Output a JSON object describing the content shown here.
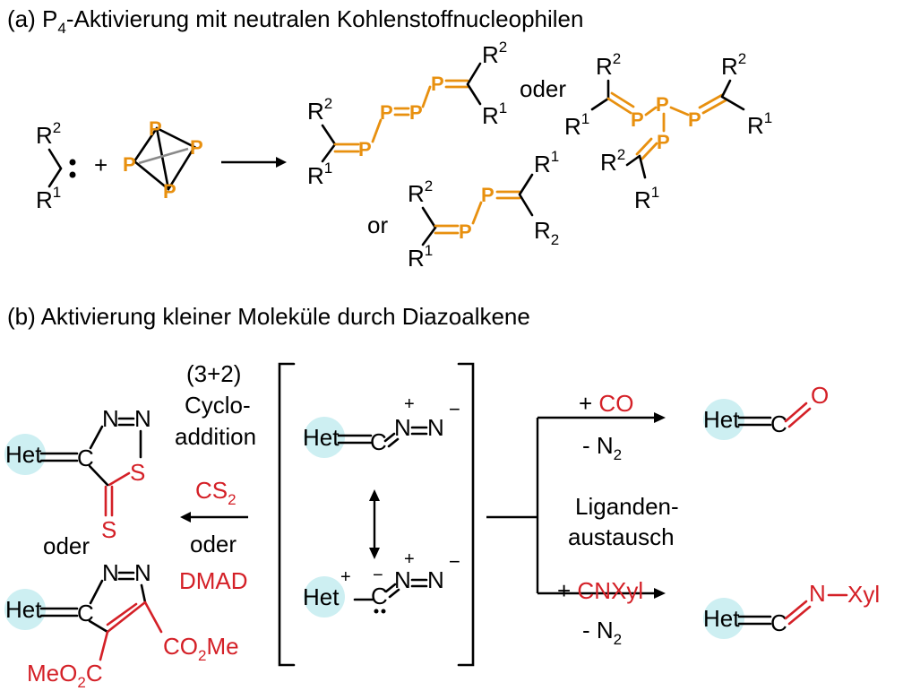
{
  "panel_a": {
    "title": "(a) P",
    "title_sub": "4",
    "title_rest": "-Aktivierung mit neutralen Kohlenstoffnucleophilen",
    "plus": "+",
    "oder": "oder",
    "or": "or",
    "P": "P",
    "R": "R",
    "sup1": "1",
    "sup2": "2",
    "sub2": "2"
  },
  "panel_b": {
    "title": "(b) Aktivierung kleiner Moleküle durch Diazoalkene",
    "cyclo_1": "(3+2)",
    "cyclo_2": "Cyclo-",
    "cyclo_3": "addition",
    "cs": "CS",
    "cs_sub": "2",
    "oder_left": "oder",
    "oder_mid": "oder",
    "dmad": "DMAD",
    "het": "Het",
    "C": "C",
    "N": "N",
    "S": "S",
    "O": "O",
    "plus_sign": "+",
    "minus_sign": "−",
    "co2me": "CO",
    "co2me_sub": "2",
    "co2me_rest": "Me",
    "meo2c": "MeO",
    "meo2c_sub": "2",
    "meo2c_rest": "C",
    "plus_co_plus": "+ ",
    "plus_co": "CO",
    "minus_n2": "- N",
    "minus_n2_sub": "2",
    "ligand_1": "Liganden-",
    "ligand_2": "austausch",
    "plus_cnxyl": "CNXyl",
    "xyl": "Xyl"
  },
  "colors": {
    "phosphorus": "#E8900F",
    "reagent_red": "#D42027",
    "het_halo": "#CDEFF2"
  }
}
